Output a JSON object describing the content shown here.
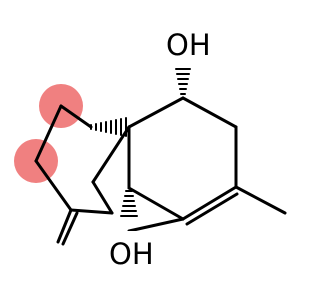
{
  "molecule": {
    "atom_labels": {
      "hydroxyl_top": "OH",
      "hydroxyl_bottom": "OH"
    },
    "colors": {
      "bond": "#000000",
      "highlight": "#f08080",
      "background": "#ffffff"
    },
    "highlighted_atoms": 2,
    "stereo_bonds": {
      "hashed_wedges": 3
    }
  }
}
